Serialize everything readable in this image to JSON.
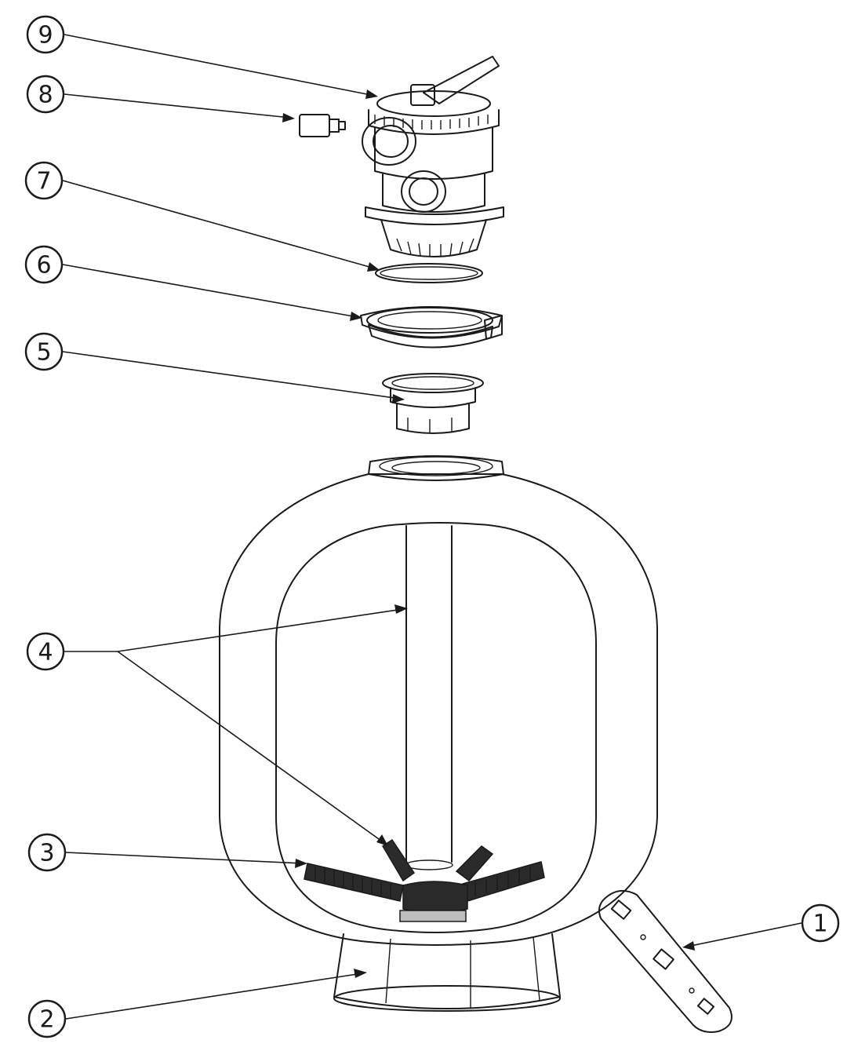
{
  "callouts": [
    {
      "id": "9",
      "label": "9"
    },
    {
      "id": "8",
      "label": "8"
    },
    {
      "id": "7",
      "label": "7"
    },
    {
      "id": "6",
      "label": "6"
    },
    {
      "id": "5",
      "label": "5"
    },
    {
      "id": "4",
      "label": "4"
    },
    {
      "id": "3",
      "label": "3"
    },
    {
      "id": "2",
      "label": "2"
    },
    {
      "id": "1",
      "label": "1"
    }
  ]
}
